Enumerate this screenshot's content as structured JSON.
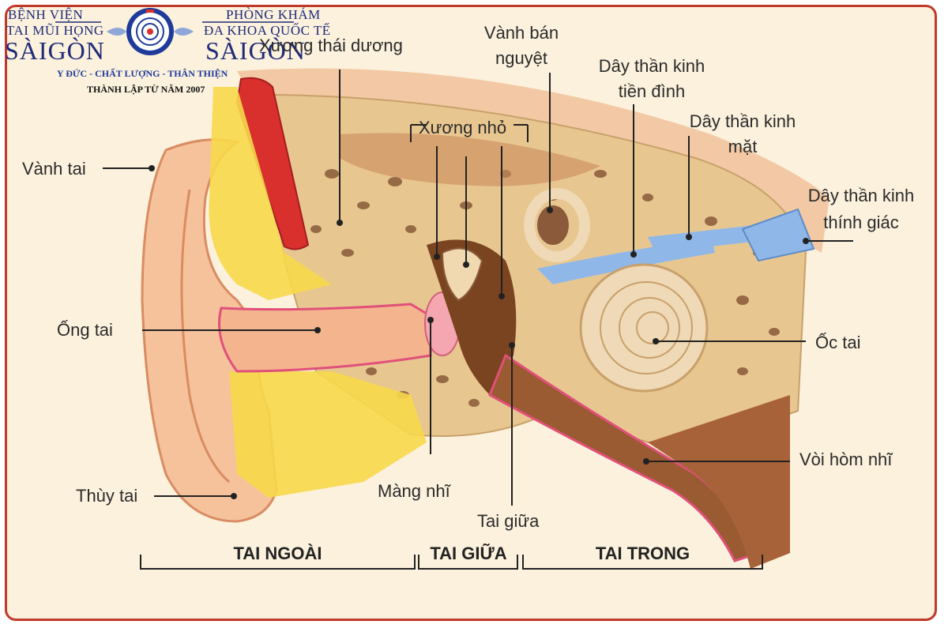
{
  "logo": {
    "left_line1": "BỆNH VIỆN",
    "left_line2": "TAI MŨI HỌNG",
    "left_name": "SÀIGÒN",
    "right_line1": "PHÒNG KHÁM",
    "right_line2": "ĐA KHOA QUỐC TẾ",
    "right_name": "SÀIGÒN",
    "tagline": "Y ĐỨC - CHẤT LƯỢNG - THÂN THIỆN",
    "since": "THÀNH LẬP TỪ NĂM 2007"
  },
  "labels": {
    "xuong_thai_duong": "Xương thái dương",
    "vanh_ban_nguyet_1": "Vành bán",
    "vanh_ban_nguyet_2": "nguyệt",
    "xuong_nho": "Xương nhỏ",
    "day_tien_dinh_1": "Dây thần kinh",
    "day_tien_dinh_2": "tiền đình",
    "day_mat_1": "Dây thần kinh",
    "day_mat_2": "mặt",
    "day_thinh_giac_1": "Dây thần kinh",
    "day_thinh_giac_2": "thính giác",
    "vanh_tai": "Vành tai",
    "ong_tai": "Ống tai",
    "oc_tai": "Ốc tai",
    "voi_hom_nhi": "Vòi hòm nhĩ",
    "thuy_tai": "Thùy tai",
    "mang_nhi": "Màng nhĩ",
    "tai_giua": "Tai giữa"
  },
  "sections": {
    "tai_ngoai": "TAI NGOÀI",
    "tai_giua": "TAI GIỮA",
    "tai_trong": "TAI TRONG"
  },
  "colors": {
    "frame": "#c0392b",
    "background": "#fbf1dc",
    "bone": "#e8c690",
    "cartilage": "#f5c29c",
    "muscle": "#d9302e",
    "fat": "#f7d84a",
    "nerve": "#8fb8e8",
    "cochlea": "#efd9b6"
  }
}
